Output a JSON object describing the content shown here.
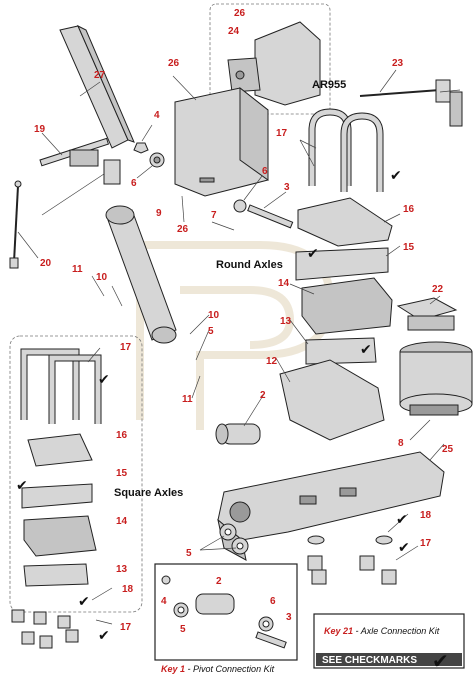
{
  "labels": {
    "round_axles": "Round Axles",
    "square_axles": "Square Axles",
    "ar955": "AR955"
  },
  "part_numbers": {
    "n2": "2",
    "n2b": "2",
    "n3": "3",
    "n3b": "3",
    "n4": "4",
    "n4b": "4",
    "n5": "5",
    "n5b": "5",
    "n5c": "5",
    "n6": "6",
    "n6b": "6",
    "n7": "7",
    "n8": "8",
    "n9": "9",
    "n10": "10",
    "n10b": "10",
    "n11": "11",
    "n11b": "11",
    "n12": "12",
    "n13": "13",
    "n13b": "13",
    "n14": "14",
    "n14b": "14",
    "n15": "15",
    "n15b": "15",
    "n16": "16",
    "n16b": "16",
    "n17": "17",
    "n17b": "17",
    "n17c": "17",
    "n17d": "17",
    "n18": "18",
    "n18b": "18",
    "n19": "19",
    "n20": "20",
    "n22": "22",
    "n23": "23",
    "n24": "24",
    "n25": "25",
    "n26": "26",
    "n26b": "26",
    "n26c": "26",
    "n27": "27"
  },
  "key1": {
    "prefix": "Key 1",
    "text": " - Pivot Connection Kit"
  },
  "key21": {
    "prefix": "Key 21",
    "text": " - Axle Connection Kit"
  },
  "see_checkmarks": "SEE CHECKMARKS",
  "check_glyph": "✔",
  "colors": {
    "part_number": "#c81e1e",
    "outline": "#222222",
    "part_fill": "#d6d6d6"
  }
}
